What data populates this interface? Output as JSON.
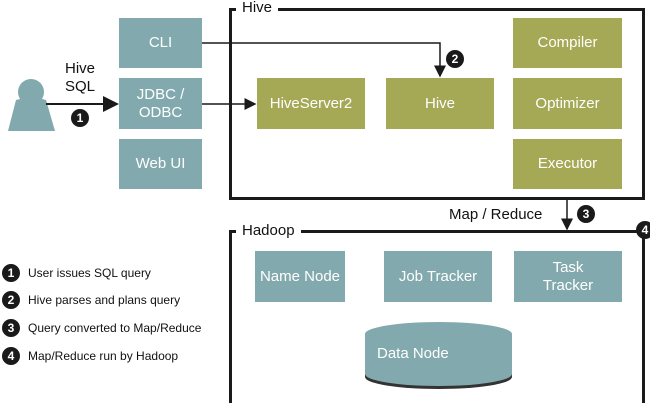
{
  "colors": {
    "client": "#82a9ad",
    "hive": "#a5a854",
    "frame": "#1a1a1a"
  },
  "user": {
    "icon": "person-icon",
    "label_line1": "Hive",
    "label_line2": "SQL",
    "step": "1"
  },
  "clients": [
    {
      "label": "CLI"
    },
    {
      "label": "JDBC / ODBC"
    },
    {
      "label": "Web UI"
    }
  ],
  "hive": {
    "title": "Hive",
    "hiveserver2": "HiveServer2",
    "hive_box": "Hive",
    "compiler": "Compiler",
    "optimizer": "Optimizer",
    "executor": "Executor",
    "step": "2"
  },
  "mapreduce": {
    "label": "Map / Reduce",
    "step": "3"
  },
  "hadoop": {
    "title": "Hadoop",
    "name_node": "Name Node",
    "job_tracker": "Job Tracker",
    "task_tracker": "Task Tracker",
    "data_node": "Data Node",
    "step": "4"
  },
  "legend": [
    {
      "num": "1",
      "text": "User issues SQL query"
    },
    {
      "num": "2",
      "text": "Hive parses and plans query"
    },
    {
      "num": "3",
      "text": "Query converted to Map/Reduce"
    },
    {
      "num": "4",
      "text": "Map/Reduce run by Hadoop"
    }
  ]
}
